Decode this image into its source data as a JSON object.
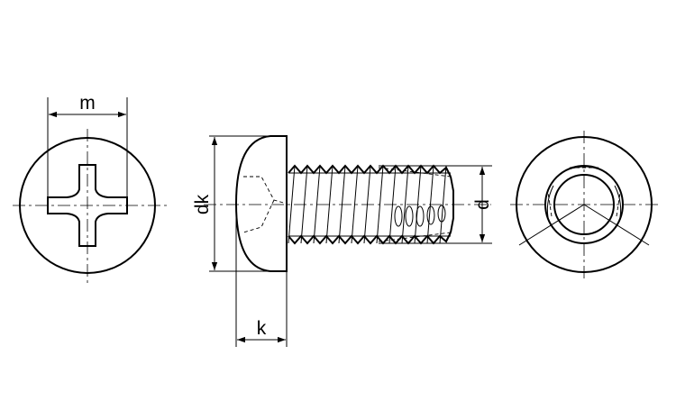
{
  "labels": {
    "m": "m",
    "dk": "dk",
    "k": "k",
    "d": "d"
  },
  "colors": {
    "line": "#000000",
    "background": "#ffffff"
  },
  "views": [
    {
      "name": "phillips-head-top-view",
      "icon": "cross-recess"
    },
    {
      "name": "side-view",
      "icon": "pan-head-screw"
    },
    {
      "name": "end-view",
      "icon": "thread-end"
    }
  ]
}
